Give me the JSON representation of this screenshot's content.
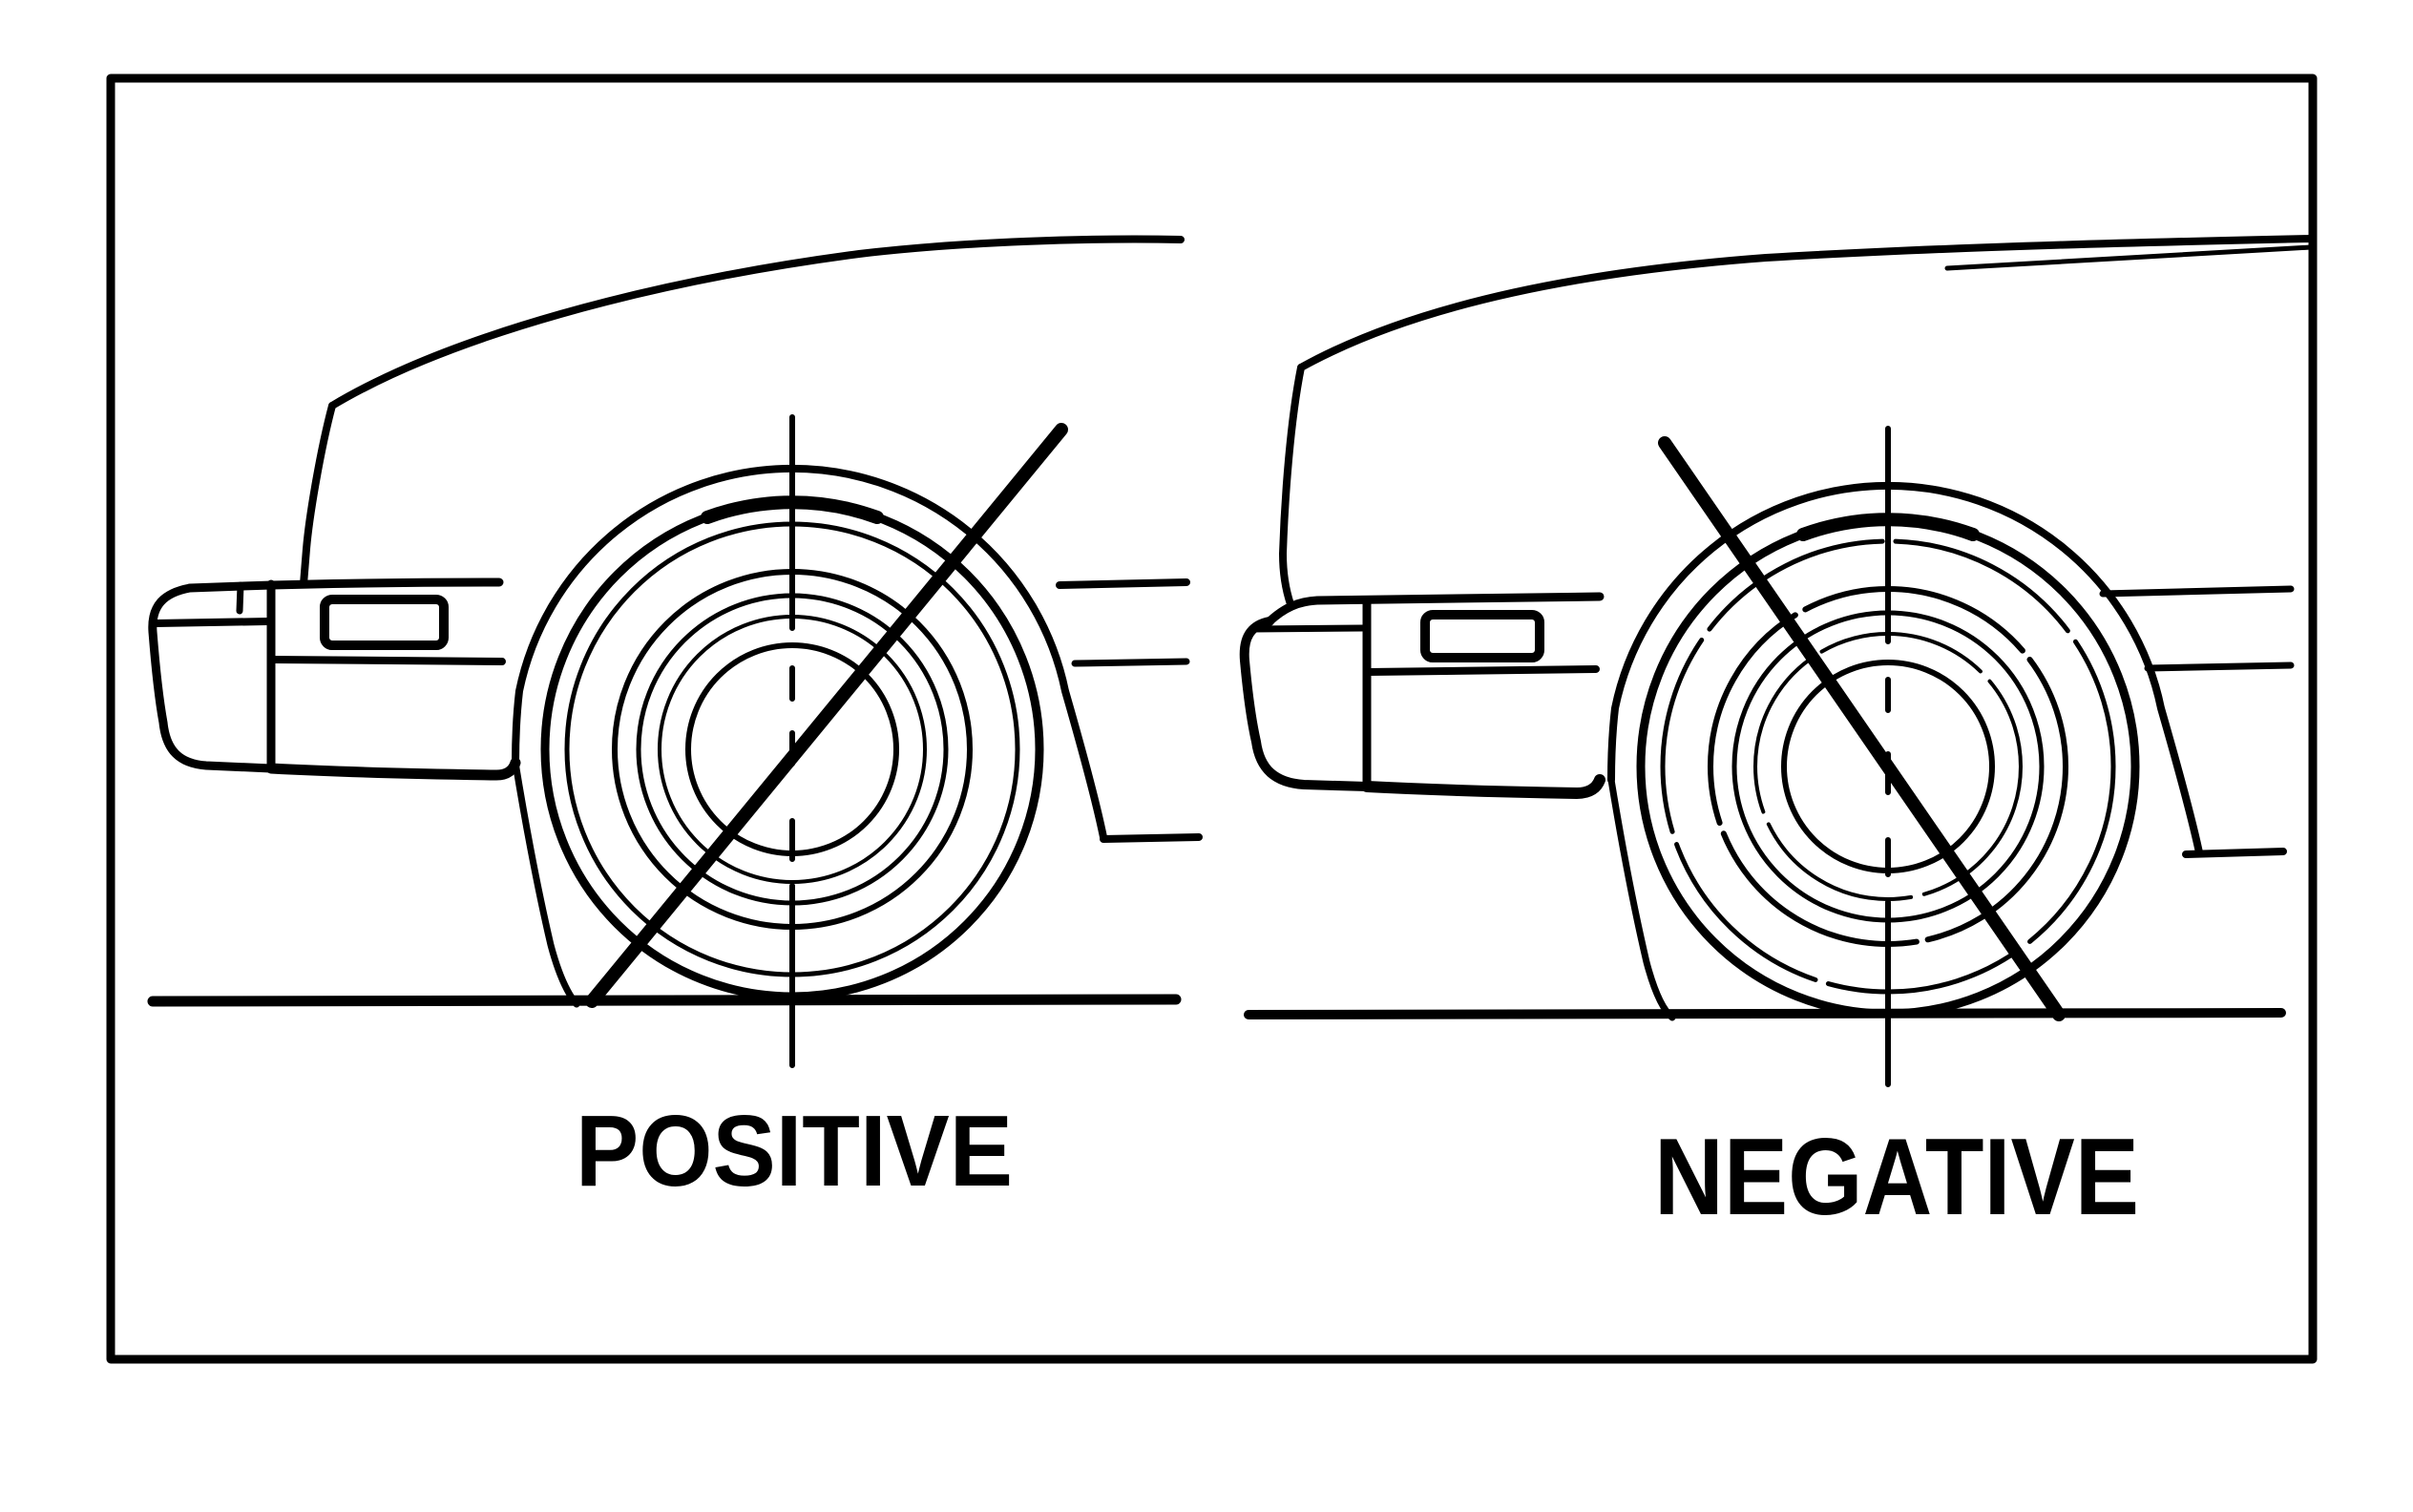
{
  "figure": {
    "panels": [
      {
        "id": "positive-caster",
        "label": "POSITIVE"
      },
      {
        "id": "negative-caster",
        "label": "NEGATIVE"
      }
    ],
    "colors": {
      "ink": "#000000",
      "paper": "#ffffff"
    }
  }
}
